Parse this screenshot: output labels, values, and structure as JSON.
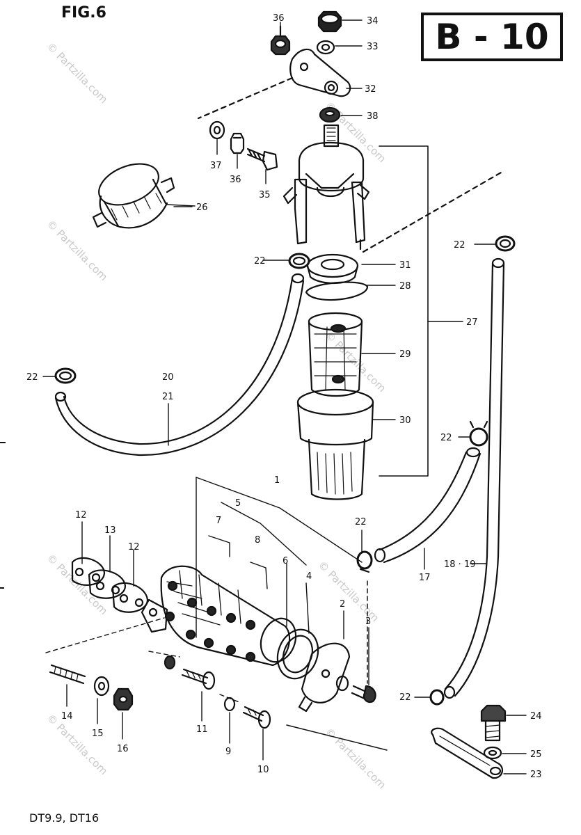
{
  "figure": {
    "title": "FIG.6",
    "page_code": "B - 10",
    "models": "DT9.9, DT16",
    "watermark": "© Partzilla.com"
  },
  "callouts": {
    "c1": "1",
    "c2": "2",
    "c3": "3",
    "c4": "4",
    "c5": "5",
    "c6": "6",
    "c7": "7",
    "c8": "8",
    "c9": "9",
    "c10": "10",
    "c11": "11",
    "c12a": "12",
    "c12b": "12",
    "c13": "13",
    "c14": "14",
    "c15": "15",
    "c16": "16",
    "c17": "17",
    "c18_19": "18 · 19",
    "c20": "20",
    "c21": "21",
    "c22a": "22",
    "c22b": "22",
    "c22c": "22",
    "c22d": "22",
    "c22e": "22",
    "c22f": "22",
    "c23": "23",
    "c24": "24",
    "c25": "25",
    "c26": "26",
    "c27": "27",
    "c28": "28",
    "c29": "29",
    "c30": "30",
    "c31": "31",
    "c32": "32",
    "c33": "33",
    "c34": "34",
    "c35": "35",
    "c36a": "36",
    "c36b": "36",
    "c37": "37",
    "c38": "38"
  }
}
